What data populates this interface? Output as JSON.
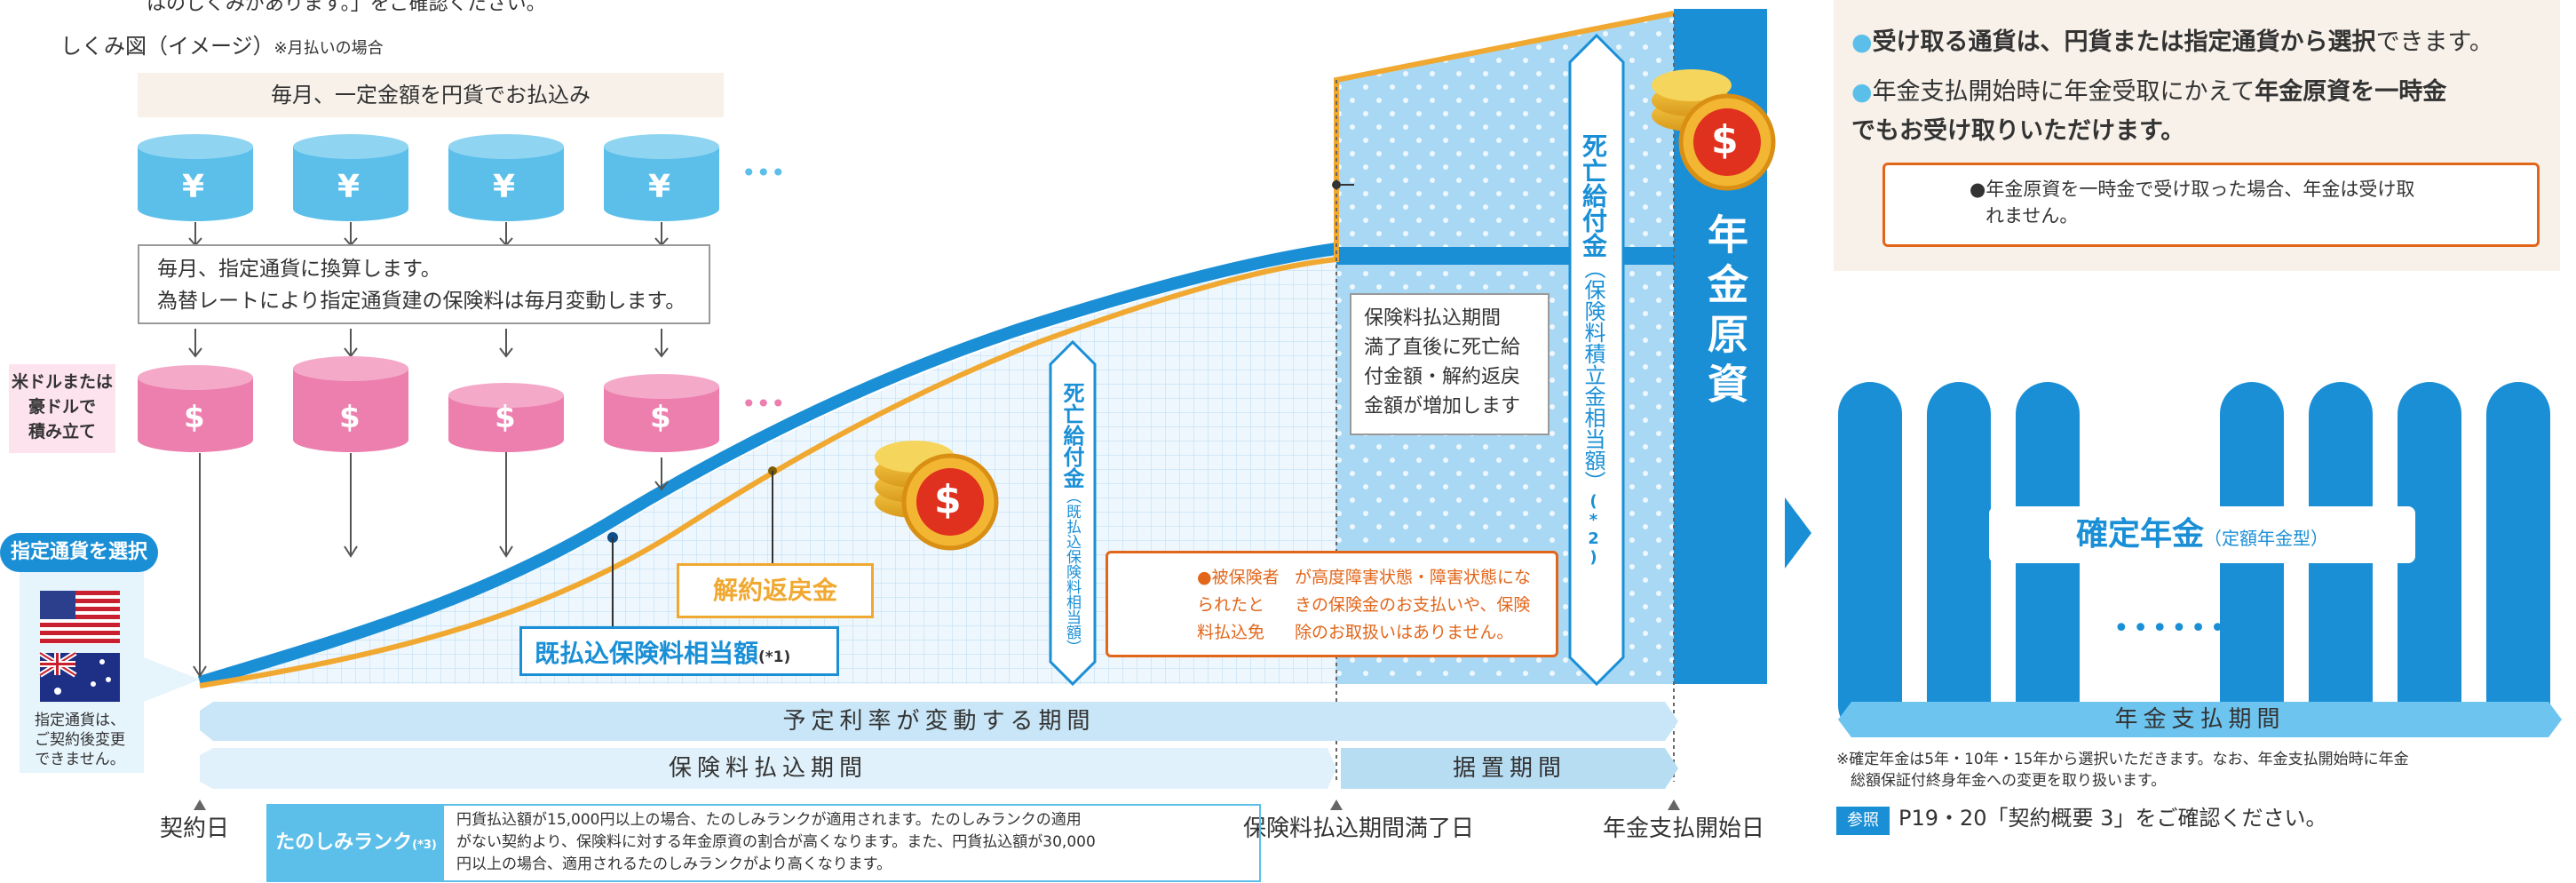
{
  "top_cut_text": "はのしくみがあります。」をご確認ください。",
  "diagram_title": "しくみ図（イメージ）",
  "diagram_title_note": "※月払いの場合",
  "monthly_yen": "毎月、一定金額を円貨でお払込み",
  "yen_symbol": "¥",
  "dollar_symbol": "$",
  "dots": "•••",
  "convert_line1": "毎月、指定通貨に換算します。",
  "convert_line2": "為替レートにより指定通貨建の保険料は毎月変動します。",
  "accumulate_label": [
    "米ドルまたは",
    "豪ドルで",
    "積み立て"
  ],
  "select_currency_title": "指定通貨を選択",
  "select_currency_note": [
    "指定通貨は、",
    "ご契約後変更",
    "できません。"
  ],
  "surrender_label": "解約返戻金",
  "paid_premium_label": "既払込保険料相当額",
  "paid_premium_note": "(*1)",
  "death_benefit_1": "死亡給付金",
  "death_benefit_1_sub": "（既払込保険料相当額）",
  "death_benefit_2": "死亡給付金",
  "death_benefit_2_sub": "（保険料積立金相当額）",
  "death_benefit_2_note": "(*2)",
  "increase_note": [
    "保険料払込期間",
    "満了直後に死亡給",
    "付金額・解約返戻",
    "金額が増加します"
  ],
  "waiver_lines": [
    [
      "●被保険者",
      "が高度障害状態・障害状態にな"
    ],
    [
      "られたと",
      "きの保険金のお支払いや、保険"
    ],
    [
      "料払込免",
      "除のお取扱いはありません。"
    ]
  ],
  "pension_fund": "年金原資",
  "period_rate": "予定利率が変動する期間",
  "period_payment": "保険料払込期間",
  "period_deferred": "据置期間",
  "pension_period": "年金支払期間",
  "label_contract_day": "契約日",
  "label_payment_end": "保険料払込期間満了日",
  "label_pension_start": "年金支払開始日",
  "tanoshimi_label": "たのしみランク",
  "tanoshimi_note": "(*3)",
  "tanoshimi_text": [
    "円貨払込額が15,000円以上の場合、たのしみランクが適用されます。たのしみランクの適用",
    "がない契約より、保険料に対する年金原資の割合が高くなります。また、円貨払込額が30,000",
    "円以上の場合、適用されるたのしみランクがより高くなります。"
  ],
  "right_bullet1_a": "受け取る通貨は、円貨または指定通貨から選択",
  "right_bullet1_b": "できます。",
  "right_bullet2_a": "年金支払開始時に年金受取にかえて",
  "right_bullet2_b": "年金原資を一時金",
  "right_bullet2_c": "でもお受け取りいただけます。",
  "warning_line1": "●年金原資を一時金で受け取った場合、年金は受け取",
  "warning_line2": "れません。",
  "fixed_pension": "確定年金",
  "fixed_pension_sub": "（定額年金型）",
  "pension_dots": "••••••",
  "right_note_line1": "※確定年金は5年・10年・15年から選択いただきます。なお、年金支払開始時に年金",
  "right_note_line2": "総額保証付終身年金への変更を取り扱います。",
  "ref_badge": "参照",
  "ref_text": "P19・20「契約概要 3」をご確認ください。",
  "colors": {
    "blue": "#1a8fd6",
    "light_blue": "#5bbfea",
    "pink": "#ec7fae",
    "orange": "#f0a830",
    "orange_dark": "#e2661a",
    "bg_beige": "#f7f1ea"
  }
}
